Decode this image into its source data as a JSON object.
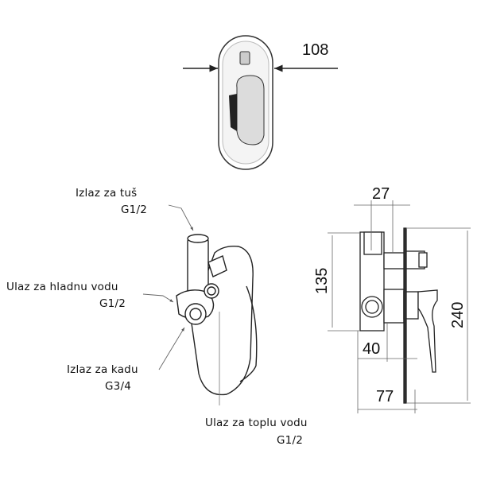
{
  "front_view": {
    "width_dim": "108"
  },
  "callouts": [
    {
      "name": "Izlaz za tuš",
      "thread": "G1/2"
    },
    {
      "name": "Ulaz za hladnu vodu",
      "thread": "G1/2"
    },
    {
      "name": "Izlaz za kadu",
      "thread": "G3/4"
    },
    {
      "name": "Ulaz za toplu vodu",
      "thread": "G1/2"
    }
  ],
  "side_view": {
    "dims": {
      "top": "27",
      "body_height": "135",
      "total_height": "240",
      "depth_inner": "40",
      "depth_total": "77"
    }
  }
}
